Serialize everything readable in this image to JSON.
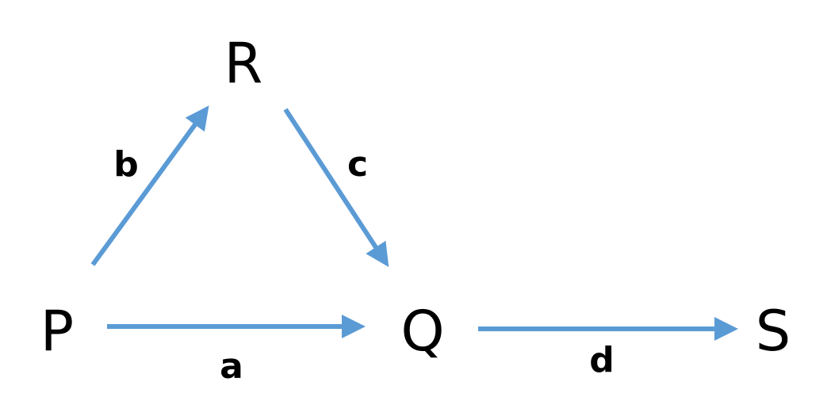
{
  "diagram": {
    "arrow_color": "#5b9bd5",
    "nodes": {
      "P": "P",
      "Q": "Q",
      "R": "R",
      "S": "S"
    },
    "edges": [
      {
        "from": "P",
        "to": "Q",
        "label": "a"
      },
      {
        "from": "P",
        "to": "R",
        "label": "b"
      },
      {
        "from": "R",
        "to": "Q",
        "label": "c"
      },
      {
        "from": "Q",
        "to": "S",
        "label": "d"
      }
    ]
  }
}
